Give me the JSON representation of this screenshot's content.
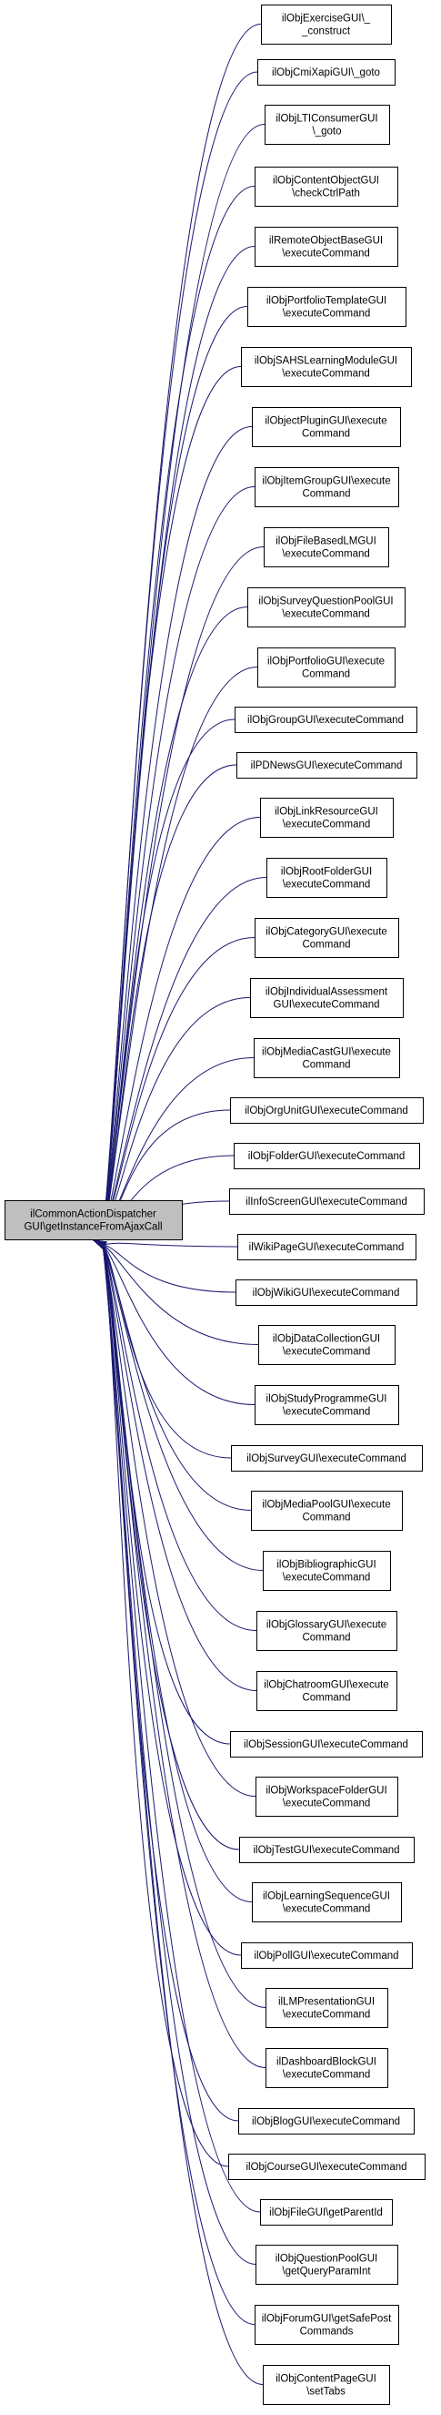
{
  "diagram": {
    "type": "call-graph",
    "root": {
      "lines": [
        "ilCommonActionDispatcher",
        "GUI\\getInstanceFromAjaxCall"
      ]
    },
    "callers": [
      {
        "lines": [
          "ilObjExerciseGUI\\_",
          "_construct"
        ]
      },
      {
        "lines": [
          "ilObjCmiXapiGUI\\_goto"
        ]
      },
      {
        "lines": [
          "ilObjLTIConsumerGUI",
          "\\_goto"
        ]
      },
      {
        "lines": [
          "ilObjContentObjectGUI",
          "\\checkCtrlPath"
        ]
      },
      {
        "lines": [
          "ilRemoteObjectBaseGUI",
          "\\executeCommand"
        ]
      },
      {
        "lines": [
          "ilObjPortfolioTemplateGUI",
          "\\executeCommand"
        ]
      },
      {
        "lines": [
          "ilObjSAHSLearningModuleGUI",
          "\\executeCommand"
        ]
      },
      {
        "lines": [
          "ilObjectPluginGUI\\execute",
          "Command"
        ]
      },
      {
        "lines": [
          "ilObjItemGroupGUI\\execute",
          "Command"
        ]
      },
      {
        "lines": [
          "ilObjFileBasedLMGUI",
          "\\executeCommand"
        ]
      },
      {
        "lines": [
          "ilObjSurveyQuestionPoolGUI",
          "\\executeCommand"
        ]
      },
      {
        "lines": [
          "ilObjPortfolioGUI\\execute",
          "Command"
        ]
      },
      {
        "lines": [
          "ilObjGroupGUI\\executeCommand"
        ]
      },
      {
        "lines": [
          "ilPDNewsGUI\\executeCommand"
        ]
      },
      {
        "lines": [
          "ilObjLinkResourceGUI",
          "\\executeCommand"
        ]
      },
      {
        "lines": [
          "ilObjRootFolderGUI",
          "\\executeCommand"
        ]
      },
      {
        "lines": [
          "ilObjCategoryGUI\\execute",
          "Command"
        ]
      },
      {
        "lines": [
          "ilObjIndividualAssessment",
          "GUI\\executeCommand"
        ]
      },
      {
        "lines": [
          "ilObjMediaCastGUI\\execute",
          "Command"
        ]
      },
      {
        "lines": [
          "ilObjOrgUnitGUI\\executeCommand"
        ]
      },
      {
        "lines": [
          "ilObjFolderGUI\\executeCommand"
        ]
      },
      {
        "lines": [
          "ilInfoScreenGUI\\executeCommand"
        ]
      },
      {
        "lines": [
          "ilWikiPageGUI\\executeCommand"
        ]
      },
      {
        "lines": [
          "ilObjWikiGUI\\executeCommand"
        ]
      },
      {
        "lines": [
          "ilObjDataCollectionGUI",
          "\\executeCommand"
        ]
      },
      {
        "lines": [
          "ilObjStudyProgrammeGUI",
          "\\executeCommand"
        ]
      },
      {
        "lines": [
          "ilObjSurveyGUI\\executeCommand"
        ]
      },
      {
        "lines": [
          "ilObjMediaPoolGUI\\execute",
          "Command"
        ]
      },
      {
        "lines": [
          "ilObjBibliographicGUI",
          "\\executeCommand"
        ]
      },
      {
        "lines": [
          "ilObjGlossaryGUI\\execute",
          "Command"
        ]
      },
      {
        "lines": [
          "ilObjChatroomGUI\\execute",
          "Command"
        ]
      },
      {
        "lines": [
          "ilObjSessionGUI\\executeCommand"
        ]
      },
      {
        "lines": [
          "ilObjWorkspaceFolderGUI",
          "\\executeCommand"
        ]
      },
      {
        "lines": [
          "ilObjTestGUI\\executeCommand"
        ]
      },
      {
        "lines": [
          "ilObjLearningSequenceGUI",
          "\\executeCommand"
        ]
      },
      {
        "lines": [
          "ilObjPollGUI\\executeCommand"
        ]
      },
      {
        "lines": [
          "ilLMPresentationGUI",
          "\\executeCommand"
        ]
      },
      {
        "lines": [
          "ilDashboardBlockGUI",
          "\\executeCommand"
        ]
      },
      {
        "lines": [
          "ilObjBlogGUI\\executeCommand"
        ]
      },
      {
        "lines": [
          "ilObjCourseGUI\\executeCommand"
        ]
      },
      {
        "lines": [
          "ilObjFileGUI\\getParentId"
        ]
      },
      {
        "lines": [
          "ilObjQuestionPoolGUI",
          "\\getQueryParamInt"
        ]
      },
      {
        "lines": [
          "ilObjForumGUI\\getSafePost",
          "Commands"
        ]
      },
      {
        "lines": [
          "ilObjContentPageGUI",
          "\\setTabs"
        ]
      }
    ],
    "colors": {
      "edge": "#191970",
      "root_fill": "#bfbfbf",
      "node_fill": "#ffffff",
      "border": "#000000"
    }
  }
}
